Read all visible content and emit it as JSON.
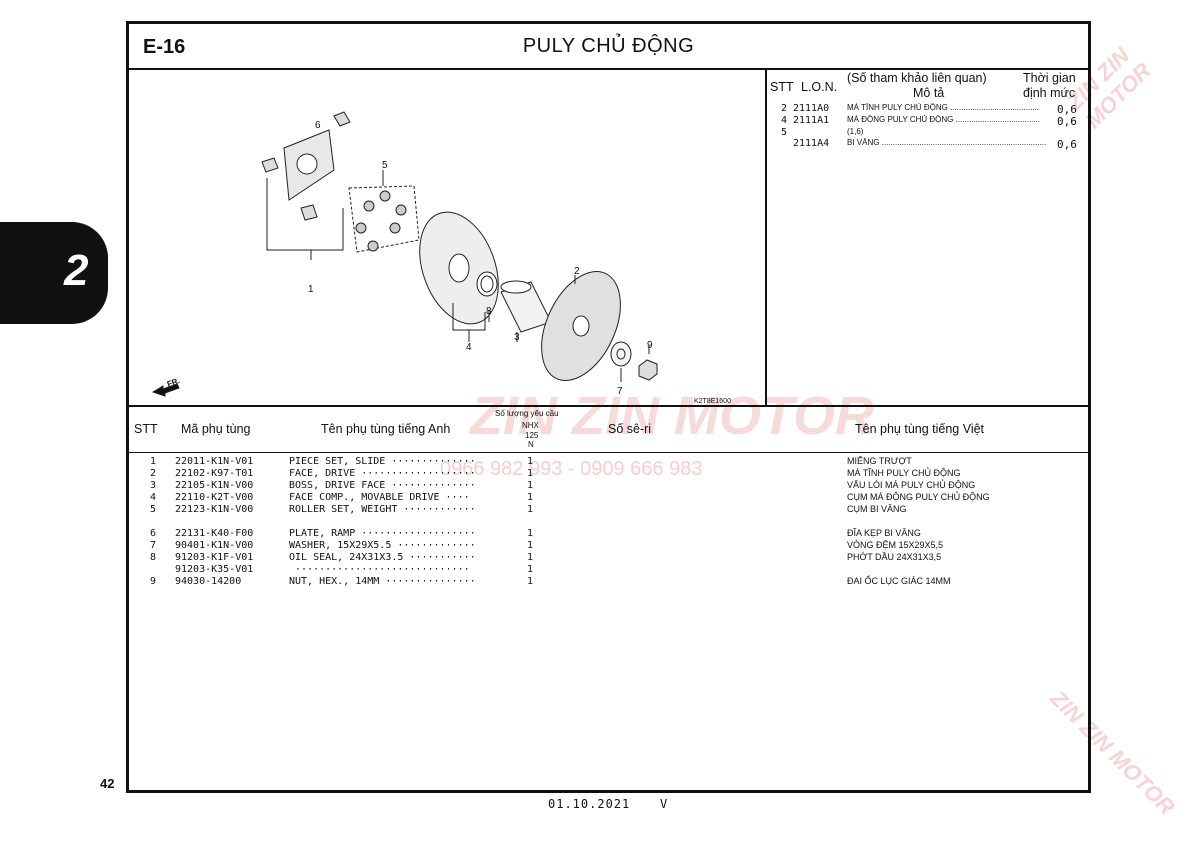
{
  "page": {
    "code": "E-16",
    "title": "PULY CHỦ ĐỘNG",
    "page_number": "42",
    "chapter_tab": "2",
    "footer_date": "01.10.2021",
    "footer_mark": "V"
  },
  "watermark": {
    "brand": "ZIN ZIN MOTOR",
    "phones": "0966 982 993 - 0909 666 983"
  },
  "diagram": {
    "fr_label": "FR.",
    "figure_code": "K2T8E1600",
    "callouts": [
      "6",
      "5",
      "2",
      "1",
      "8",
      "4",
      "3",
      "9",
      "7"
    ]
  },
  "time_table": {
    "col_stt": "STT",
    "col_lon": "L.O.N.",
    "col_ref": "(Số tham khảo liên quan)",
    "col_desc": "Mô tả",
    "col_time_1": "Thời gian",
    "col_time_2": "định mức",
    "rows": [
      {
        "stt": "2",
        "lon": "2111A0",
        "desc": "MÁ TĨNH PULY CHỦ ĐỘNG ........................................",
        "time": "0,6"
      },
      {
        "stt": "4",
        "lon": "2111A1",
        "desc": "MÁ ĐỘNG PULY CHỦ ĐỘNG ......................................",
        "time": "0,6"
      },
      {
        "stt": "5",
        "lon": "",
        "desc": "(1,6)",
        "time": ""
      },
      {
        "stt": "",
        "lon": "2111A4",
        "desc": "BI VĂNG ...........................................................................",
        "time": "0,6"
      }
    ]
  },
  "parts_table": {
    "col_stt": "STT",
    "col_part_no": "Mã phụ tùng",
    "col_name_en": "Tên phụ tùng tiếng Anh",
    "col_qty_title": "Số lượng yêu cầu",
    "col_qty_model_1": "NHX",
    "col_qty_model_2": "125",
    "col_qty_model_3": "N",
    "col_serial": "Số sê-ri",
    "col_name_vi": "Tên phụ tùng tiếng Việt",
    "rows": [
      {
        "stt": "1",
        "part": "22011-K1N-V01",
        "en": "PIECE SET, SLIDE ··············",
        "qty": "1",
        "vi": "MIẾNG TRƯỢT"
      },
      {
        "stt": "2",
        "part": "22102-K97-T01",
        "en": "FACE, DRIVE ···················",
        "qty": "1",
        "vi": "MÁ TĨNH PULY CHỦ ĐỘNG"
      },
      {
        "stt": "3",
        "part": "22105-K1N-V00",
        "en": "BOSS, DRIVE FACE ··············",
        "qty": "1",
        "vi": "VẤU LÓI MÁ PULY CHỦ ĐỘNG"
      },
      {
        "stt": "4",
        "part": "22110-K2T-V00",
        "en": "FACE COMP., MOVABLE DRIVE ····",
        "qty": "1",
        "vi": "CỤM MÁ ĐỘNG PULY CHỦ ĐỘNG"
      },
      {
        "stt": "5",
        "part": "22123-K1N-V00",
        "en": "ROLLER SET, WEIGHT ············",
        "qty": "1",
        "vi": "CỤM BI VĂNG"
      },
      {
        "stt": "6",
        "part": "22131-K40-F00",
        "en": "PLATE, RAMP ···················",
        "qty": "1",
        "vi": "ĐĨA KẸP BI VĂNG"
      },
      {
        "stt": "7",
        "part": "90401-K1N-V00",
        "en": "WASHER, 15X29X5.5 ·············",
        "qty": "1",
        "vi": "VÒNG ĐỆM 15X29X5,5"
      },
      {
        "stt": "8",
        "part": "91203-K1F-V01",
        "en": "OIL SEAL, 24X31X3.5 ···········",
        "qty": "1",
        "vi": "PHỚT DẦU 24X31X3,5"
      },
      {
        "stt": "",
        "part": "91203-K35-V01",
        "en": " ·····························",
        "qty": "1",
        "vi": ""
      },
      {
        "stt": "9",
        "part": "94030-14200",
        "en": "NUT, HEX., 14MM ···············",
        "qty": "1",
        "vi": "ĐAI ỐC LỤC GIÁC 14MM"
      }
    ]
  }
}
